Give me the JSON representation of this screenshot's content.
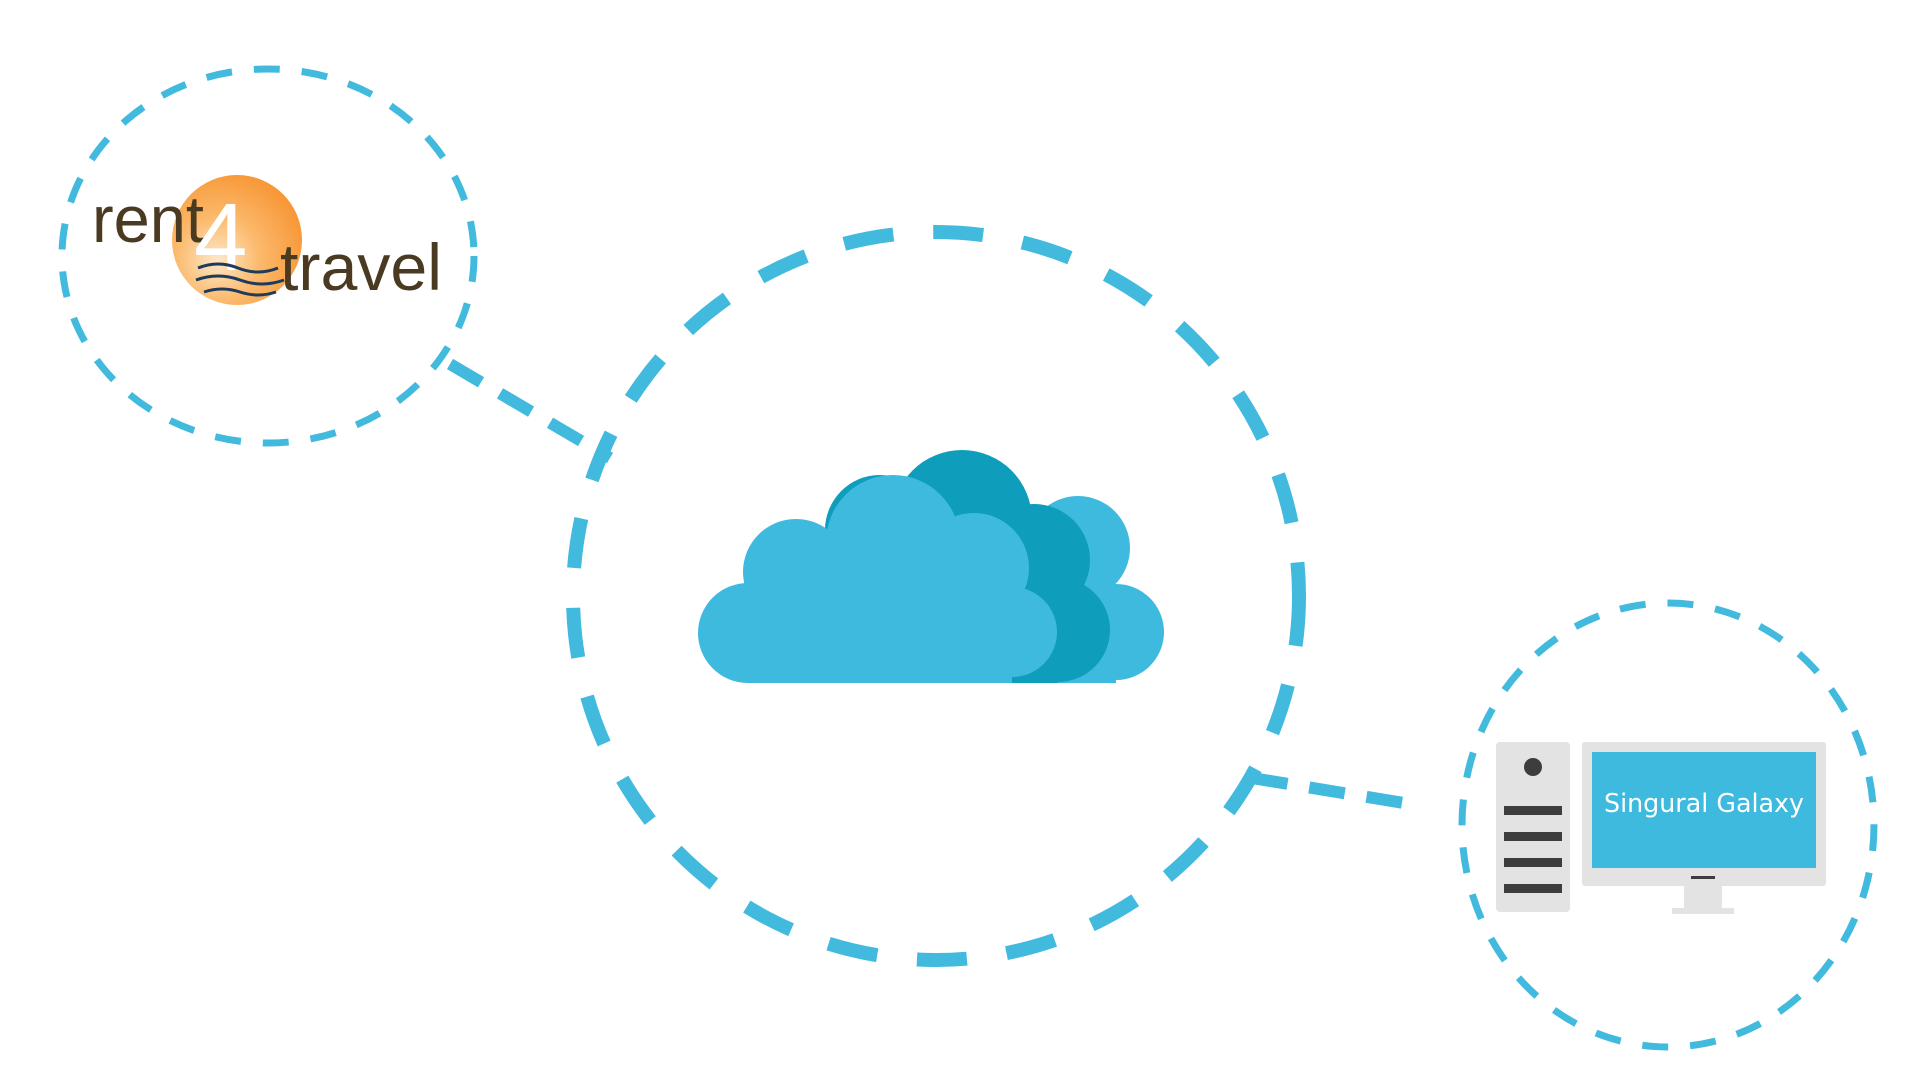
{
  "colors": {
    "dash": "#41bade",
    "cloud_front": "#3ebade",
    "cloud_back": "#0e9dba",
    "logo_circle_light": "#fde5c5",
    "logo_circle_dark": "#f7922f",
    "logo_text": "#4a3a22",
    "device_gray": "#e3e3e3",
    "device_dark": "#3d3d3d",
    "screen": "#3ebade"
  },
  "nodes": {
    "source": {
      "logo_part1": "rent",
      "logo_part2": "4",
      "logo_part3": "travel"
    },
    "cloud": {
      "icon": "cloud-icon"
    },
    "target": {
      "screen_label": "Singural Galaxy",
      "icon": "desktop-computer-icon"
    }
  }
}
